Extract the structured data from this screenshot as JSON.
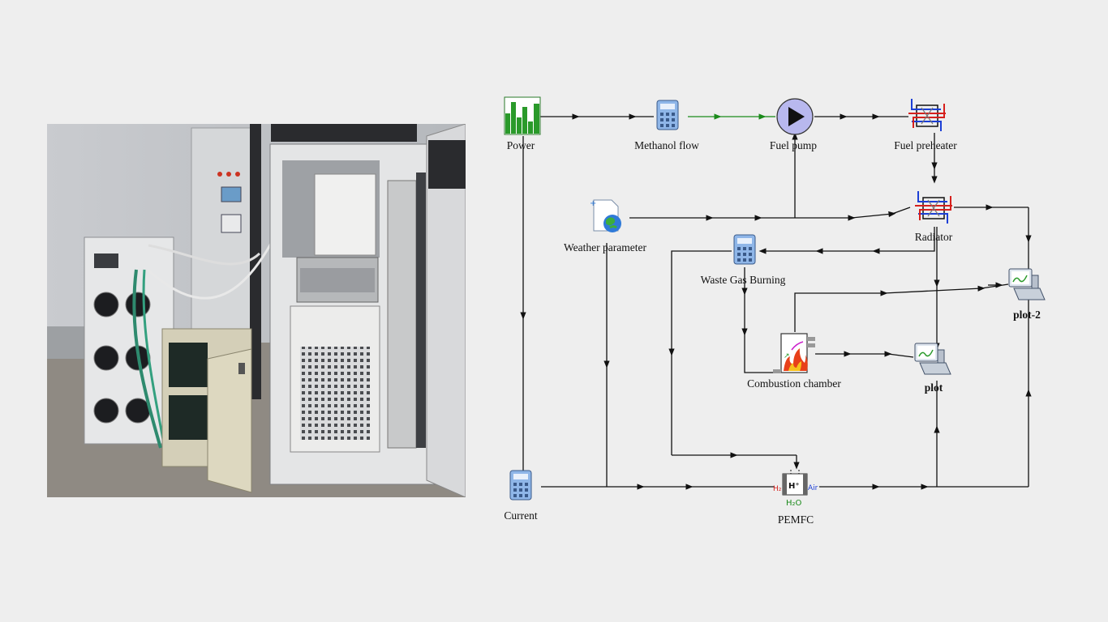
{
  "nodes": {
    "power": "Power",
    "methanol_flow": "Methanol flow",
    "fuel_pump": "Fuel pump",
    "fuel_preheater": "Fuel preheater",
    "weather_parameter": "Weather parameter",
    "radiator": "Radiator",
    "waste_gas_burning": "Waste Gas Burning",
    "plot_2": "plot-2",
    "combustion_chamber": "Combustion chamber",
    "plot": "plot",
    "current": "Current",
    "pemfc": "PEMFC"
  },
  "pemfc_ports": {
    "h2": "H₂",
    "hplus": "H⁺",
    "air": "Air",
    "h2o": "H₂O"
  },
  "colors": {
    "background": "#eeeeee",
    "line": "#111111",
    "green_link": "#1a8a1a",
    "pump_fill": "#b8b8ee",
    "flame": "#e8401a"
  }
}
